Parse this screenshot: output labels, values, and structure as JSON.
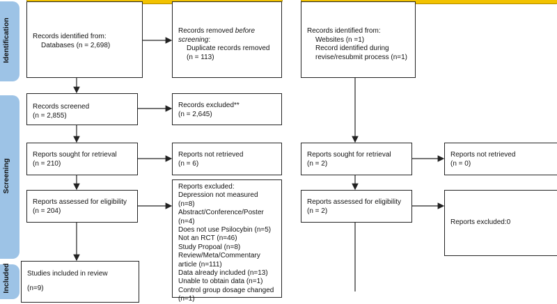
{
  "stages": {
    "identification": "Identification",
    "screening": "Screening",
    "included": "Included"
  },
  "left": {
    "records_identified": {
      "line1": "Records identified from:",
      "line2": "Databases (n = 2,698)"
    },
    "records_removed": {
      "line1a": "Records removed ",
      "line1b": "before",
      "line2": "screening",
      "line2b": ":",
      "line3": "Duplicate records removed",
      "line4": "(n = 113)"
    },
    "records_screened": {
      "line1": "Records screened",
      "line2": "(n = 2,855)"
    },
    "records_excluded": {
      "line1": "Records excluded**",
      "line2": "(n = 2,645)"
    },
    "reports_sought": {
      "line1": "Reports sought for retrieval",
      "line2": "(n = 210)"
    },
    "reports_not_retrieved": {
      "line1": "Reports not retrieved",
      "line2": "(n = 6)"
    },
    "reports_assessed": {
      "line1": "Reports assessed for eligibility",
      "line2": "(n = 204)"
    },
    "reports_excluded": {
      "title": "Reports excluded:",
      "items": [
        "Depression not measured (n=8)",
        "Abstract/Conference/Poster",
        "(n=4)",
        "Does not use Psilocybin (n=5)",
        "Not an RCT (n=46)",
        "Study Propoal (n=8)",
        "Review/Meta/Commentary",
        "article (n=111)",
        "Data already included (n=13)",
        "Unable to obtain data (n=1)",
        "Control group dosage changed",
        "(n=1)"
      ]
    },
    "studies_included": {
      "line1": "Studies included in review",
      "line2": "(n=9)"
    }
  },
  "right": {
    "records_identified": {
      "line1": "Records identified from:",
      "line2": "Websites (n =1)",
      "line3": "Record identified during",
      "line4": "revise/resubmit process (n=1)"
    },
    "reports_sought": {
      "line1": "Reports sought for retrieval",
      "line2": "(n = 2)"
    },
    "reports_not_retrieved": {
      "line1": "Reports not retrieved",
      "line2": "(n = 0)"
    },
    "reports_assessed": {
      "line1": "Reports assessed for eligibility",
      "line2": "(n = 2)"
    },
    "reports_excluded": {
      "line1": "Reports excluded:0"
    }
  },
  "colors": {
    "stage_bar": "#9dc3e6",
    "top_bar": "#f2c200"
  }
}
